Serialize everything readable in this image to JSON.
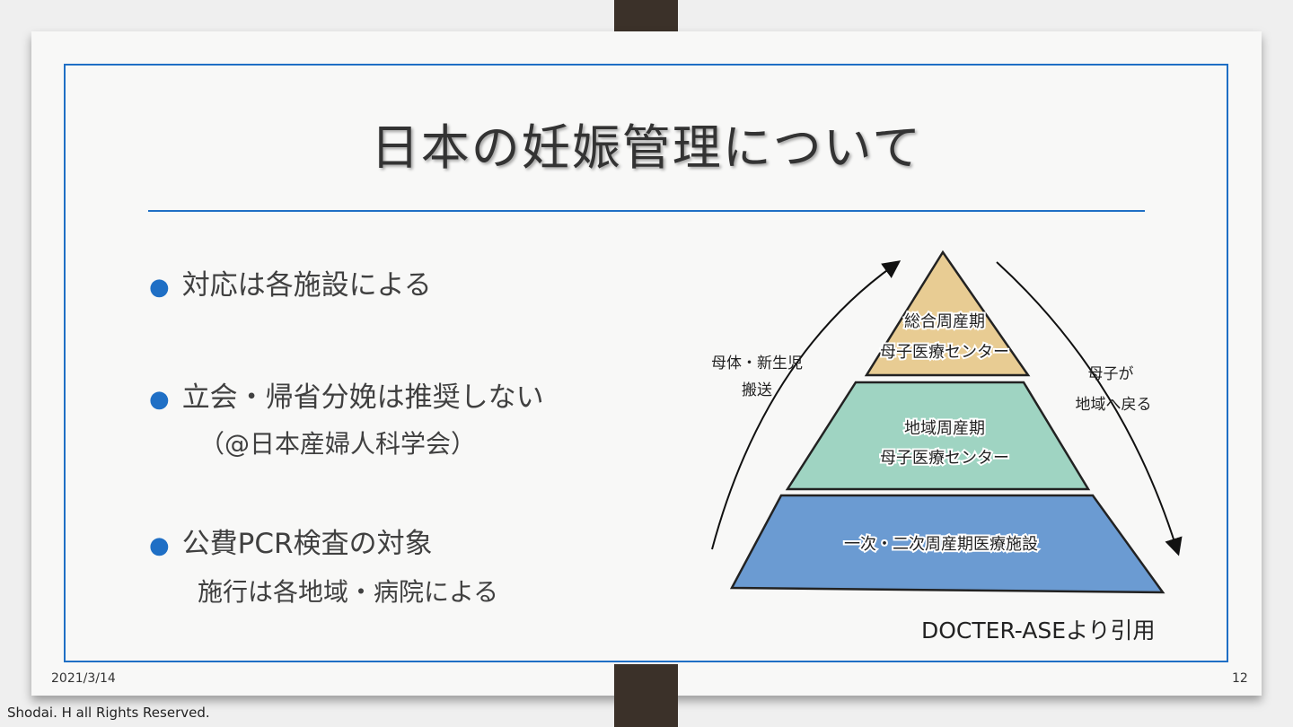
{
  "slide": {
    "title": "日本の妊娠管理について",
    "bullets": [
      {
        "text": "対応は各施設による"
      },
      {
        "text": "立会・帰省分娩は推奨しない",
        "sub": "（@日本産婦人科学会）"
      },
      {
        "text": "公費PCR検査の対象",
        "sub": "施行は各地域・病院による"
      }
    ],
    "diagram": {
      "top_line1": "総合周産期",
      "top_line2": "母子医療センター",
      "mid_line1": "地域周産期",
      "mid_line2": "母子医療センター",
      "bottom": "一次・二次周産期医療施設",
      "left_arrow_line1": "母体・新生児",
      "left_arrow_line2": "搬送",
      "right_arrow_line1": "母子が",
      "right_arrow_line2": "地域へ戻る",
      "colors": {
        "top": "#e8cc93",
        "mid": "#9fd4c2",
        "bottom": "#6b9bd2"
      }
    },
    "citation": "DOCTER-ASEより引用",
    "date": "2021/3/14",
    "page_number": "12"
  },
  "footer": {
    "copyright": "Shodai. H all Rights Reserved."
  }
}
